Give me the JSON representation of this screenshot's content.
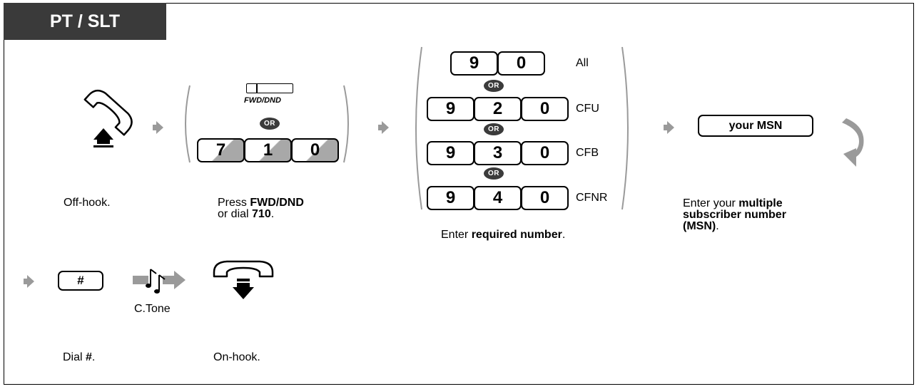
{
  "title": "PT / SLT",
  "fwd_key_label": "FWD/DND",
  "or_label": "OR",
  "keys_710": [
    "7",
    "1",
    "0"
  ],
  "rows": [
    {
      "digits": [
        "9",
        "0"
      ],
      "label": "All"
    },
    {
      "digits": [
        "9",
        "2",
        "0"
      ],
      "label": "CFU"
    },
    {
      "digits": [
        "9",
        "3",
        "0"
      ],
      "label": "CFB"
    },
    {
      "digits": [
        "9",
        "4",
        "0"
      ],
      "label": "CFNR"
    }
  ],
  "msn_key": "your MSN",
  "hash_key": "#",
  "tone_label": "C.Tone",
  "captions": {
    "offhook": "Off-hook.",
    "press_pre": "Press ",
    "press_bold": "FWD/DND",
    "press_line2_pre": "or dial ",
    "press_line2_bold": "710",
    "press_line2_post": ".",
    "enter_pre": "Enter ",
    "enter_bold": "required number",
    "enter_post": ".",
    "msn_pre": "Enter your ",
    "msn_bold1": "multiple",
    "msn_bold2": "subscriber number",
    "msn_bold3": "(MSN)",
    "msn_post": ".",
    "dial_pre": "Dial ",
    "dial_bold": "#",
    "dial_post": ".",
    "onhook": "On-hook."
  }
}
